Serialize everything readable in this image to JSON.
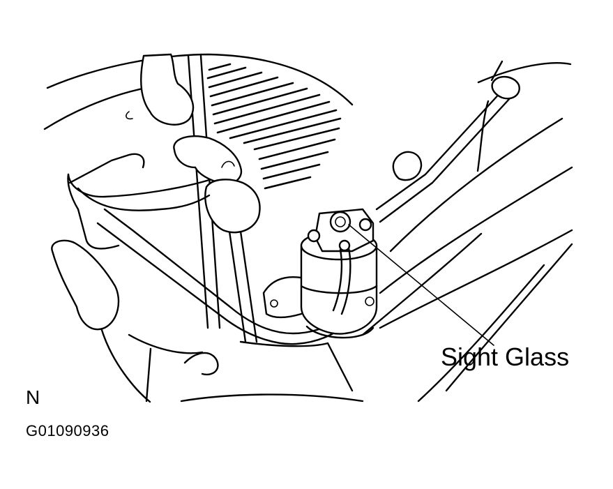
{
  "labels": {
    "callout": "Sight Glass",
    "view_code": "N",
    "figure_id": "G01090936"
  },
  "icons": {
    "drawing": "receiver-dryer-sight-glass-illustration"
  },
  "colors": {
    "ink": "#000000",
    "paper": "#ffffff"
  }
}
